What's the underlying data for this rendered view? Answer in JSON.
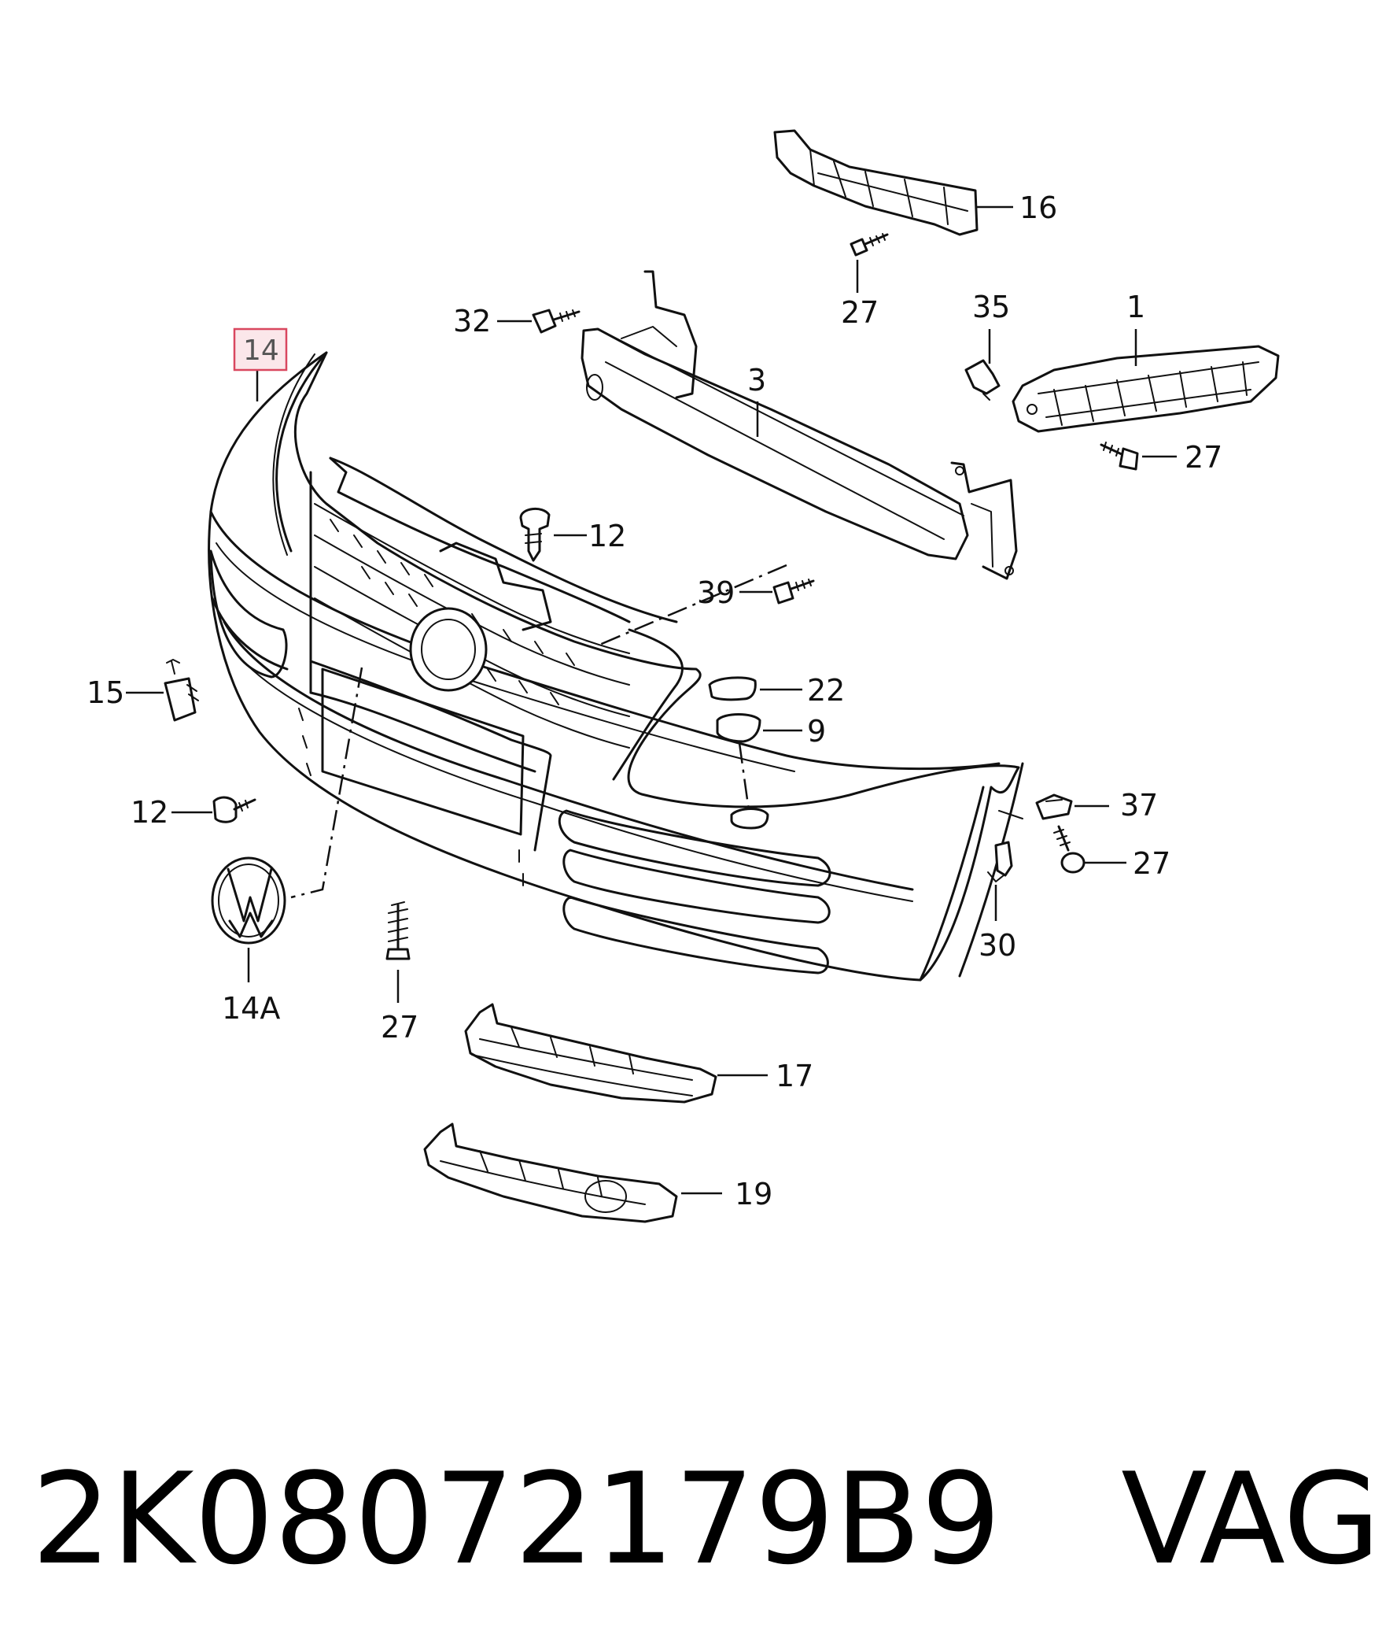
{
  "diagram": {
    "callouts": {
      "c16": "16",
      "c27_top": "27",
      "c32": "32",
      "c35": "35",
      "c1": "1",
      "c3": "3",
      "c14": "14",
      "c27_right": "27",
      "c12_top": "12",
      "c39": "39",
      "c22": "22",
      "c15": "15",
      "c9": "9",
      "c12_left": "12",
      "c37": "37",
      "c27_far_right": "27",
      "c30": "30",
      "c14a": "14A",
      "c27_bottom": "27",
      "c17": "17",
      "c19": "19"
    },
    "highlighted_callout": "14",
    "highlight_color": "#d9475f"
  },
  "caption": {
    "text": "2K08072179B9   VAG"
  }
}
